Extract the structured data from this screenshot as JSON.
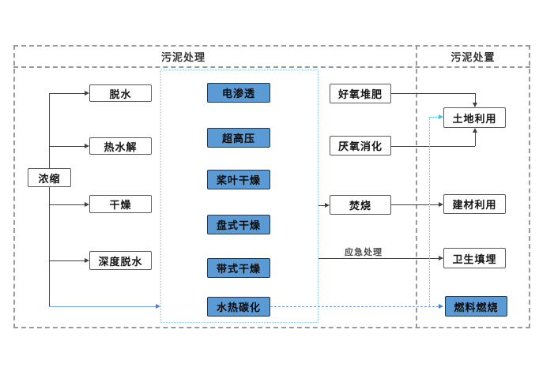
{
  "headers": {
    "treatment": "污泥处理",
    "disposal": "污泥处置"
  },
  "thickening": {
    "label": "浓缩"
  },
  "conditioning": {
    "items": [
      {
        "label": "脱水"
      },
      {
        "label": "热水解"
      },
      {
        "label": "干燥"
      },
      {
        "label": "深度脱水"
      }
    ]
  },
  "advanced": {
    "items": [
      {
        "label": "电渗透"
      },
      {
        "label": "超高压"
      },
      {
        "label": "桨叶干燥"
      },
      {
        "label": "盘式干燥"
      },
      {
        "label": "带式干燥"
      },
      {
        "label": "水热碳化"
      }
    ]
  },
  "stabilization": {
    "items": [
      {
        "label": "好氧堆肥"
      },
      {
        "label": "厌氧消化"
      },
      {
        "label": "焚烧"
      }
    ]
  },
  "disposal_routes": {
    "items": [
      {
        "label": "土地利用"
      },
      {
        "label": "建材利用"
      },
      {
        "label": "卫生填埋"
      },
      {
        "label": "燃料燃烧"
      }
    ]
  },
  "annotations": {
    "emergency": "应急处理"
  },
  "colors": {
    "blue_box_fill": "#5b9bd5",
    "blue_box_border": "#1f3550",
    "white_box_border": "#595959",
    "frame_dashed": "#9a9a9a",
    "container_dotted": "#9dc3e6",
    "black_line": "#3f3f3f",
    "blue_solid_line": "#7ba4e8",
    "blue_dashed_line": "#6f9ae4",
    "cyan_dotted_line": "#3bc6f2"
  }
}
